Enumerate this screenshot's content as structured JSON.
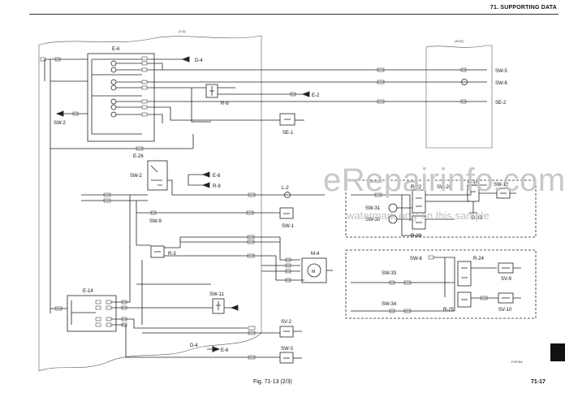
{
  "header": {
    "section_title": "71. SUPPORTING DATA"
  },
  "footer": {
    "figure_caption": "Fig. 71-13 (2/3)",
    "page_number": "71-17",
    "reference_code": "F00764"
  },
  "watermark": {
    "main": "eRepairinfo.com",
    "sub": "watermark only on this sample"
  },
  "continuation_marks": [
    "(Y-3)",
    "(10-5)"
  ],
  "components": {
    "e6": "E-6",
    "d4_top": "D-4",
    "r6": "R-6",
    "e2": "E-2",
    "se1": "SE-1",
    "sw2_left": "SW-2",
    "e26": "E-26",
    "sw5": "SW-5",
    "sw6": "SW-6",
    "se2": "SE-2",
    "sw2_mid": "SW-2",
    "e6_arrow": "E-6",
    "r9_arrow": "R-9",
    "l2": "L-2",
    "sw9_mid": "SW-9",
    "sw1": "SW-1",
    "r3": "R-3",
    "m4": "M-4",
    "e14": "E-14",
    "sw11": "SW-11",
    "sv2": "SV-2",
    "d4_bottom": "D-4",
    "e6_bottom": "E-6",
    "sw3": "SW-3",
    "r22": "R-22",
    "sw28": "SW-28",
    "r14": "R-14",
    "sw12": "SW-12",
    "sw31": "SW-31",
    "d13": "D-13",
    "sw30": "SW-30",
    "r23": "R-23",
    "sw8": "SW-8",
    "r24": "R-24",
    "sw33": "SW-33",
    "sv9": "SV-9",
    "sw34": "SW-34",
    "r25": "R-25",
    "sv10": "SV-10"
  },
  "colors": {
    "line": "#222222",
    "box": "#333333",
    "watermark": "#c8c8c8",
    "tab": "#111111"
  }
}
